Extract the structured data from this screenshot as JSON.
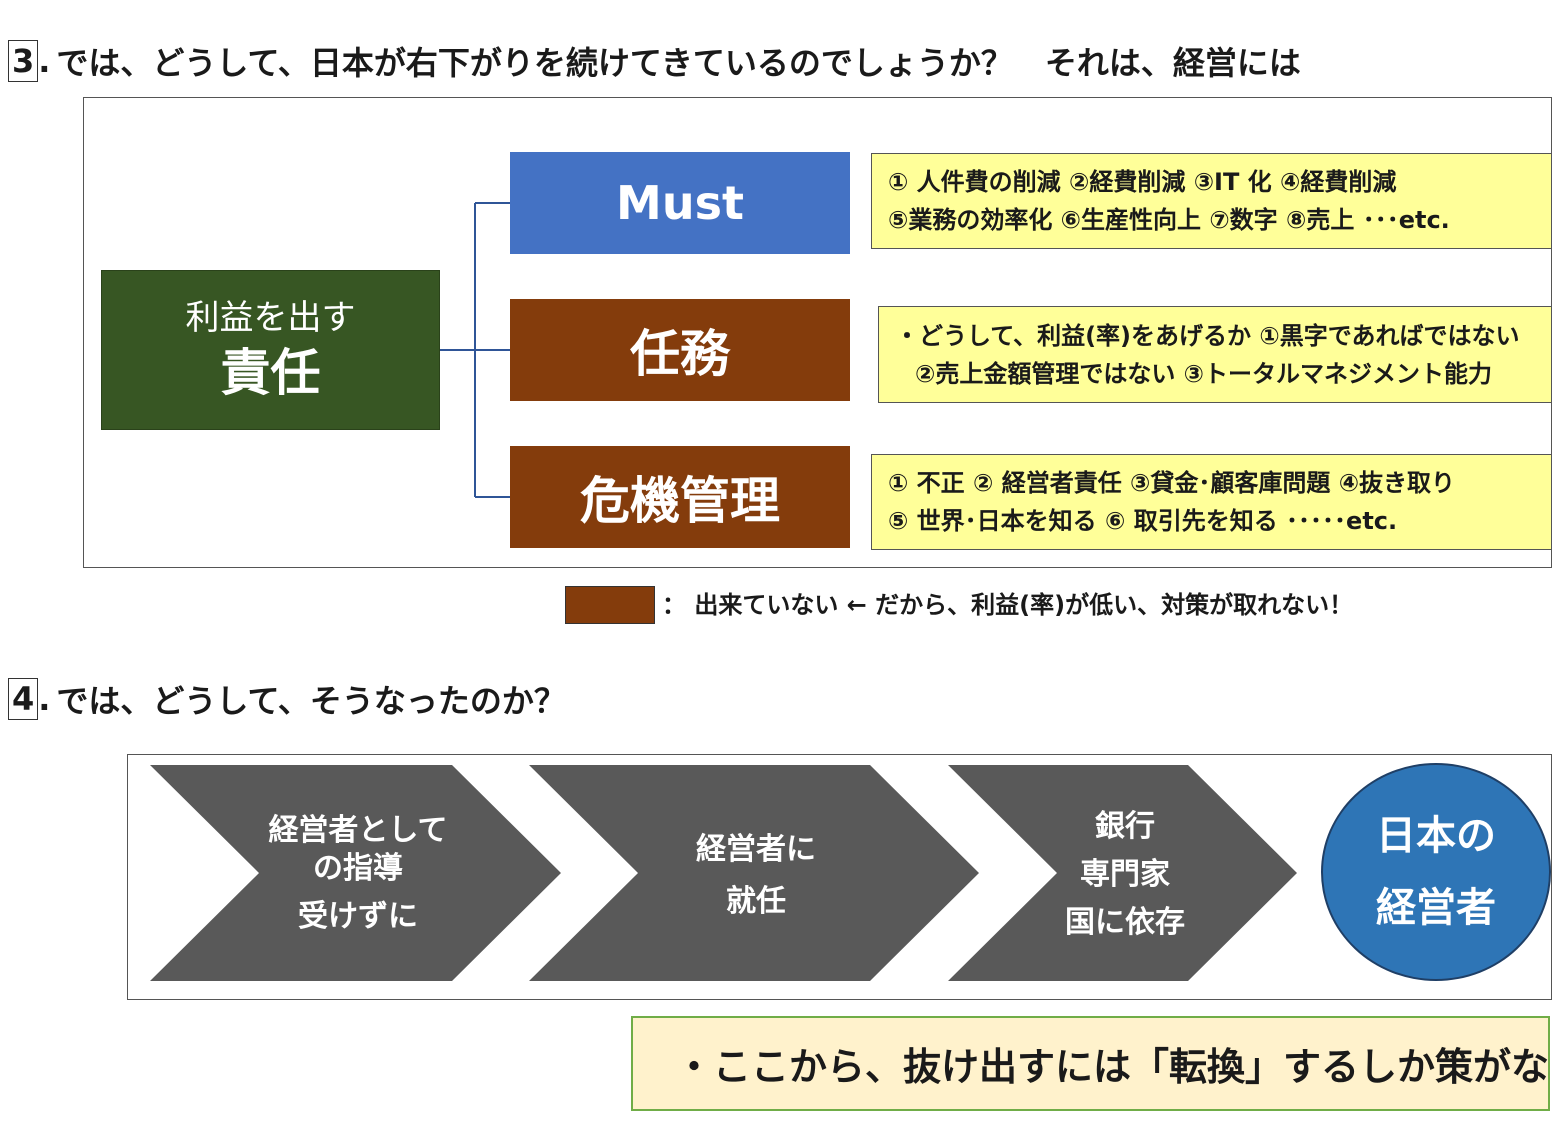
{
  "section3": {
    "number": "3",
    "title": "では、どうして、日本が右下がりを続けてきているのでしょうか？　それは、経営には"
  },
  "responsibility": {
    "sub": "利益を出す",
    "main": "責任"
  },
  "categories": [
    {
      "label": "Must",
      "notes": [
        "①  人件費の削減  ②経費削減  ③IT 化  ④経費削減",
        "⑤業務の効率化  ⑥生産性向上  ⑦数字  ⑧売上  ･･･etc."
      ]
    },
    {
      "label": "任務",
      "notes": [
        "・どうして、利益(率)をあげるか  ①黒字であればではない",
        "②売上金額管理ではない  ③トータルマネジメント能力"
      ]
    },
    {
      "label": "危機管理",
      "notes": [
        "①  不正   ②   経営者責任  ③貸金･顧客庫問題  ④抜き取り",
        "⑤  世界･日本を知る     ⑥  取引先を知る       ･････etc."
      ]
    }
  ],
  "legend": {
    "text": "：  出来ていない     ←  だから、利益(率)が低い、対策が取れない！"
  },
  "section4": {
    "number": "4",
    "title": "では、どうして、そうなったのか？"
  },
  "steps": [
    {
      "lines": [
        "経営者として",
        "の指導",
        "受けずに"
      ]
    },
    {
      "lines": [
        "経営者に",
        "就任"
      ]
    },
    {
      "lines": [
        "銀行",
        "専門家",
        "国に依存"
      ]
    }
  ],
  "result": {
    "lines": [
      "日本の",
      "経営者"
    ]
  },
  "conclusion": "・ここから、抜け出すには「転換」するしか策がない",
  "colors": {
    "green": "#375623",
    "blue": "#4472c4",
    "brown": "#843c0c",
    "yellow_note": "#ffff99",
    "gray_arrow": "#595959",
    "circle_blue": "#2e75b6",
    "conclusion_bg": "#fff2cc",
    "conclusion_border": "#70ad47"
  }
}
